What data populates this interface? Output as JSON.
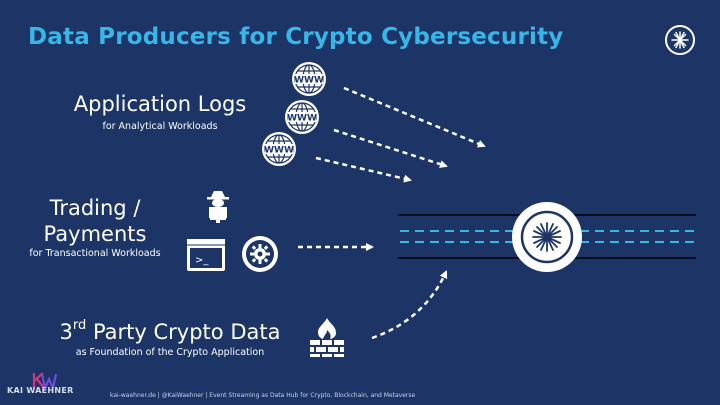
{
  "title": "Data Producers for Crypto Cybersecurity",
  "sources": {
    "application_logs": {
      "title": "Application Logs",
      "subtitle": "for Analytical Workloads",
      "icon_label": "WWW",
      "icon": "globe-icon"
    },
    "trading": {
      "title_line1": "Trading /",
      "title_line2": "Payments",
      "subtitle": "for Transactional Workloads",
      "icons": [
        "hacker-at-laptop-icon",
        "terminal-icon",
        "gear-badge-icon"
      ]
    },
    "third_party": {
      "title_sup": "rd",
      "title_prefix": "3",
      "title_rest": " Party Crypto Data",
      "subtitle": "as Foundation of the Crypto Application",
      "icon": "firewall-icon"
    }
  },
  "terminal_prompt": ">_",
  "footer": "kai-waehner.de | @KaiWaehner | Event Streaming as Data Hub for Crypto, Blockchain, and Metaverse",
  "logo": {
    "text": "KAI WAEHNER",
    "monogram": "KW"
  },
  "colors": {
    "background": "#1c3566",
    "title": "#39b6e8",
    "stream_dash": "#39b6e8",
    "line": "#000000",
    "white": "#ffffff",
    "logo_pink": "#d8337f",
    "logo_purple": "#6b4fd8"
  }
}
